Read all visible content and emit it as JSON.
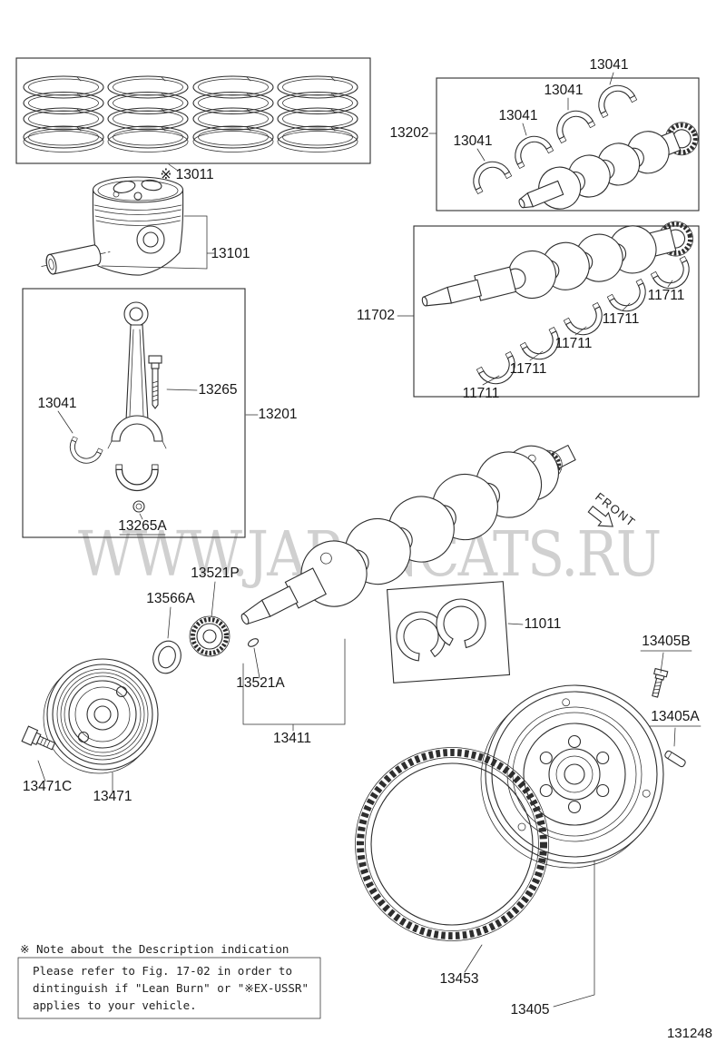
{
  "watermark": "WWW.JAPANCATS.RU",
  "front_label": "FRONT",
  "figure_code": "131248",
  "labels": {
    "piston_rings": "※ 13011",
    "piston": "13101",
    "rod_assembly": "13201",
    "rod_bolt": "13265",
    "rod_bearing": "13041",
    "rod_cap_nut": "13265A",
    "upper_bearing_set": "13202",
    "upper_bearings": [
      "13041",
      "13041",
      "13041",
      "13041"
    ],
    "crankshaft": "11702",
    "main_bearings": [
      "11711",
      "11711",
      "11711",
      "11711",
      "11711"
    ],
    "timing_gear": "13521P",
    "gear_spacer": "13566A",
    "woodruff_key": "13521A",
    "crankshaft_assembly": "13411",
    "pulley": "13471",
    "pulley_bolt": "13471C",
    "thrust_washer_set": "11011",
    "flywheel_bolt": "13405B",
    "flywheel_dowel": "13405A",
    "ring_gear": "13453",
    "flywheel": "13405"
  },
  "note": {
    "title": "※ Note about the Description indication",
    "lines": [
      "Please refer to Fig. 17-02 in order to",
      "dintinguish if \"Lean Burn\" or \"※EX-USSR\"",
      "applies to your vehicle."
    ]
  }
}
